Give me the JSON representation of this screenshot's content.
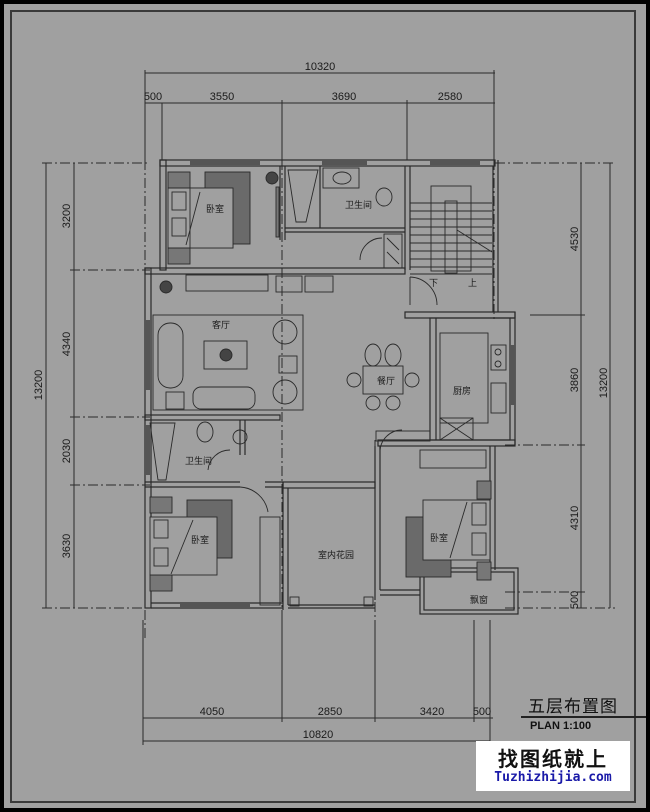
{
  "drawing": {
    "title": "五层布置图",
    "scale_label": "PLAN 1:100",
    "background": "#a0a0a0",
    "line_color": "#2a2a2a"
  },
  "dimensions": {
    "top_total": "10320",
    "top_segments": [
      "500",
      "3550",
      "3690",
      "2580"
    ],
    "bottom_total": "10820",
    "bottom_segments": [
      "4050",
      "2850",
      "3420",
      "500"
    ],
    "left_total": "13200",
    "left_segments": [
      "3200",
      "4340",
      "2030",
      "3630"
    ],
    "right_total": "13200",
    "right_segments": [
      "4530",
      "3860",
      "4310",
      "500"
    ]
  },
  "rooms": {
    "bedroom_nw": "卧室",
    "bathroom_n": "卫生间",
    "living_room": "客厅",
    "dining": "餐厅",
    "kitchen": "厨房",
    "bathroom_w": "卫生间",
    "bedroom_sw": "卧室",
    "indoor_garden": "室内花园",
    "bedroom_se": "卧室",
    "bay_window": "飘窗"
  },
  "stairs": {
    "down_label": "下",
    "up_label": "上"
  },
  "watermark": {
    "cn": "找图纸就上",
    "en": "Tuzhizhijia.com",
    "en_color": "#1a1aa8"
  }
}
